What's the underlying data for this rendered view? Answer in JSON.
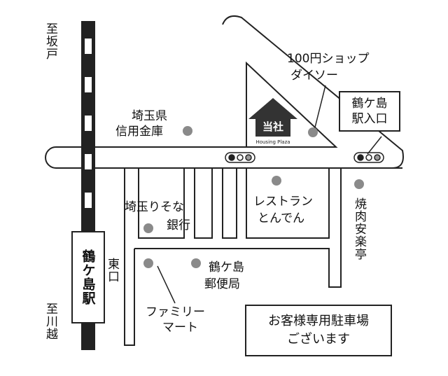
{
  "map": {
    "railway": {
      "station_name": "鶴ケ島駅",
      "east_exit": "東口",
      "to_north": "至坂戸",
      "to_south": "至川越"
    },
    "landmarks": {
      "saitama_bank": {
        "line1": "埼玉県",
        "line2": "信用金庫"
      },
      "resona": {
        "line1": "埼玉りそな",
        "line2": "銀行"
      },
      "post_office": {
        "line1": "鶴ケ島",
        "line2": "郵便局"
      },
      "familymart": {
        "line1": "ファミリー",
        "line2": "マート"
      },
      "restaurant": {
        "line1": "レストラン",
        "line2": "とんでん"
      },
      "yakiniku": "焼肉安楽亭",
      "daiso": {
        "line1": "100円ショップ",
        "line2": "ダイソー"
      },
      "intersection": {
        "line1": "鶴ケ島",
        "line2": "駅入口"
      }
    },
    "office": {
      "name": "当社",
      "subtitle": "Housing Plaza"
    },
    "parking": {
      "line1": "お客様専用駐車場",
      "line2": "ございます"
    },
    "colors": {
      "line": "#222222",
      "marker": "#8a8a8a",
      "rail": "#222222"
    }
  }
}
